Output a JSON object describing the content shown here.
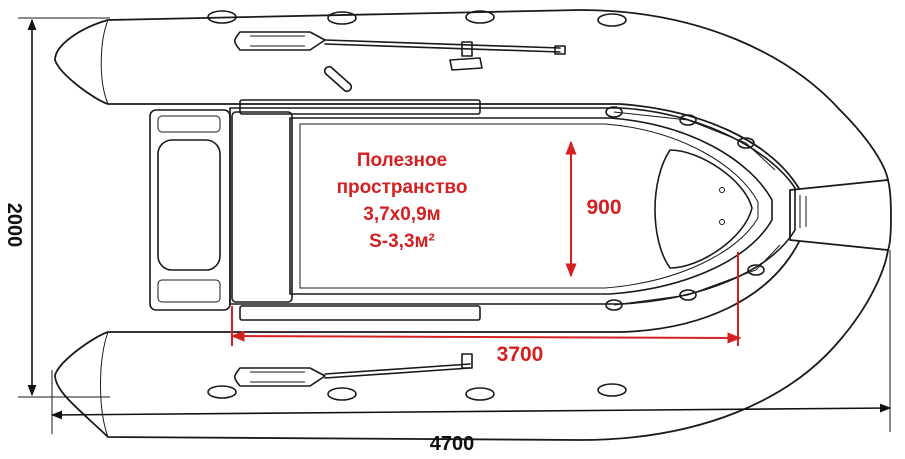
{
  "dimensions": {
    "overall_length": "4700",
    "overall_width": "2000",
    "usable_length": "3700",
    "usable_width": "900"
  },
  "usable_area": {
    "line1": "Полезное",
    "line2": "пространство",
    "line3": "3,7х0,9м",
    "line4": "S-3,3м²"
  },
  "colors": {
    "dimension_red": "#d42020",
    "outline": "#1a1a1a"
  }
}
